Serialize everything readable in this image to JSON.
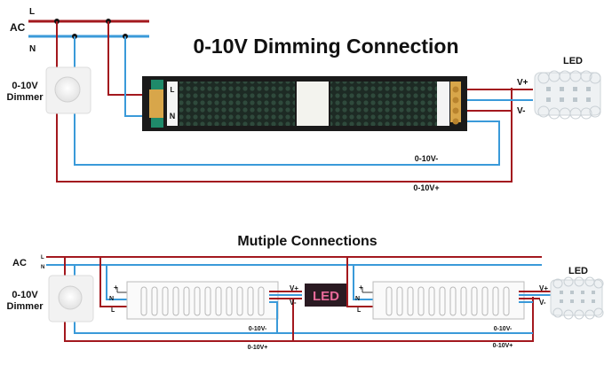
{
  "diagram1": {
    "title": "0-10V Dimming Connection",
    "ac_label": "AC",
    "l_label": "L",
    "n_label": "N",
    "dimmer_label_line1": "0-10V",
    "dimmer_label_line2": "Dimmer",
    "led_label": "LED",
    "vplus_label": "V+",
    "vminus_label": "V-",
    "dim_minus_label": "0-10V-",
    "dim_plus_label": "0-10V+",
    "driver_input_l": "L",
    "driver_input_n": "N"
  },
  "diagram2": {
    "title": "Mutiple Connections",
    "ac_label": "AC",
    "l_label": "L",
    "n_label": "N",
    "dimmer_label_line1": "0-10V",
    "dimmer_label_line2": "Dimmer",
    "led_label": "LED",
    "led_sign_text": "LED",
    "drivers": [
      {
        "plus": "+",
        "n": "N",
        "l": "L",
        "vplus": "V+",
        "vminus": "V-",
        "dim_minus": "0-10V-",
        "dim_plus": "0-10V+"
      },
      {
        "plus": "+",
        "n": "N",
        "l": "L",
        "vplus": "V+",
        "vminus": "V-",
        "dim_minus": "0-10V-",
        "dim_plus": "0-10V+"
      }
    ]
  },
  "colors": {
    "live": "#a3181e",
    "neutral": "#3a9ad9",
    "text": "#111111",
    "led_sign_bg": "#2a1a22",
    "led_sign_text": "#e86a9a"
  }
}
